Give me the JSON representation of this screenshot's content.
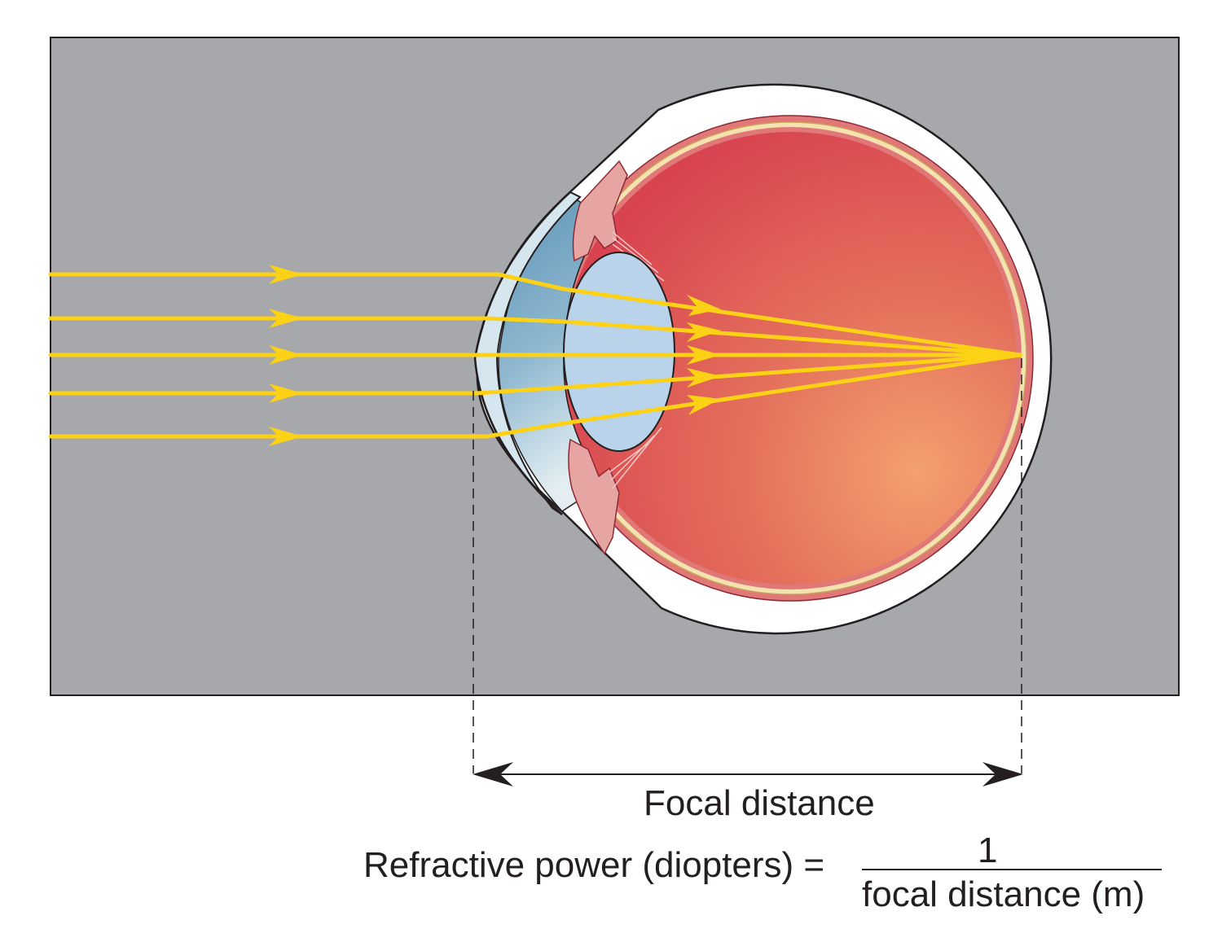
{
  "labels": {
    "focal_distance": "Focal distance",
    "formula_lhs": "Refractive power (diopters) =",
    "formula_numerator": "1",
    "formula_denominator": "focal distance (m)"
  },
  "colors": {
    "background_panel": "#a7a8ab",
    "light_rays": "#fcd116",
    "sclera": "#ffffff",
    "eye_interior": "#d9475a",
    "lens": "#b9d3ea",
    "cornea": "#d6e6ee",
    "text": "#231f20"
  },
  "rays": {
    "count": 5
  }
}
